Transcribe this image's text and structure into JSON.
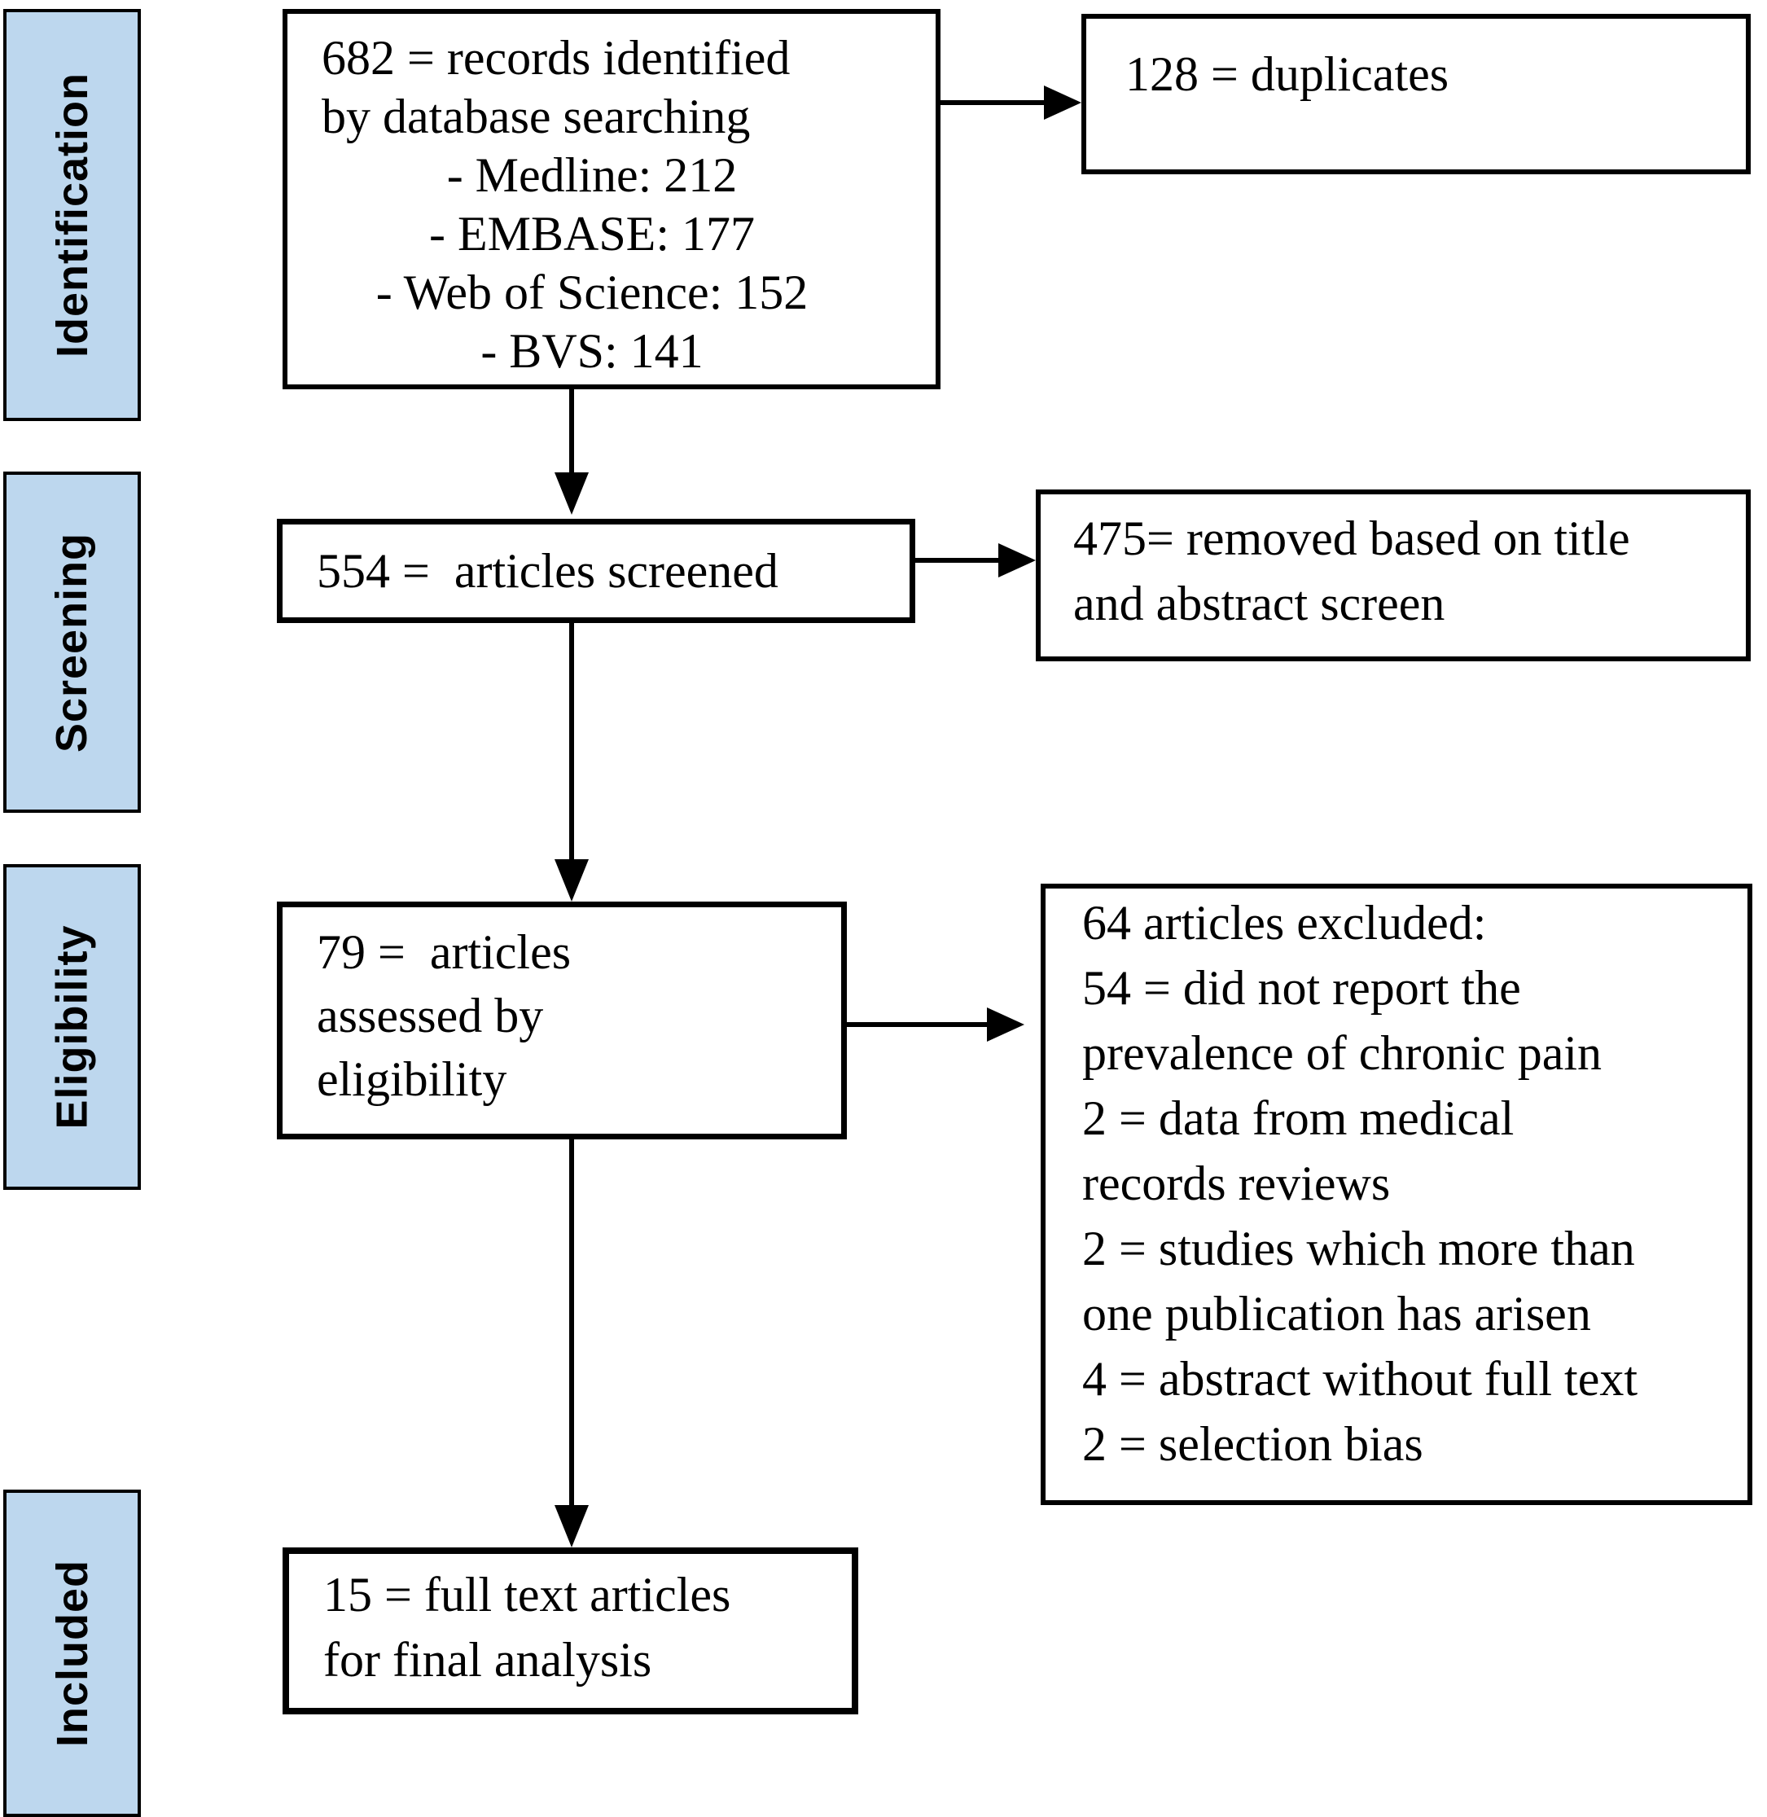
{
  "diagram": {
    "type": "PRISMA flow diagram",
    "colors": {
      "stage_fill": "#BDD7EE",
      "box_fill": "#FFFFFF",
      "border": "#000000",
      "text": "#000000"
    },
    "stages": [
      {
        "label": "Identification"
      },
      {
        "label": "Screening"
      },
      {
        "label": "Eligibility"
      },
      {
        "label": "Included"
      }
    ],
    "boxes": {
      "records_identified": {
        "lines": [
          "682 = records identified",
          "by database searching"
        ],
        "sources": [
          "- Medline: 212",
          "- EMBASE: 177",
          "- Web of Science: 152",
          "- BVS: 141"
        ]
      },
      "duplicates": {
        "lines": [
          "128 = duplicates"
        ]
      },
      "articles_screened": {
        "lines": [
          "554 =  articles screened"
        ]
      },
      "removed_title_abstract": {
        "lines": [
          "475= removed based on title",
          "and abstract screen"
        ]
      },
      "assessed_eligibility": {
        "lines": [
          "79 =  articles",
          "assessed by",
          "eligibility"
        ]
      },
      "articles_excluded": {
        "lines": [
          "64 articles excluded:",
          "54 = did not report the",
          "prevalence of chronic pain",
          "2 = data from medical",
          "records reviews",
          "2 = studies which more than",
          "one publication has arisen",
          "4 = abstract without full text",
          "2 = selection bias"
        ]
      },
      "final_included": {
        "lines": [
          "15 = full text articles",
          "for final analysis"
        ]
      }
    }
  }
}
